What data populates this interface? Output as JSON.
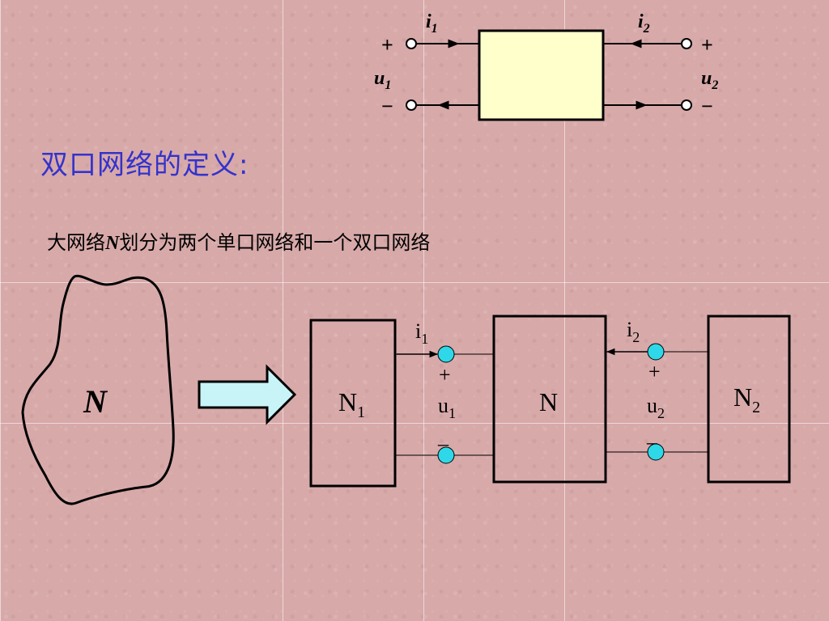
{
  "slide": {
    "heading": "双口网络的定义:",
    "subtitle_prefix": "大网络",
    "subtitle_symbol": "N",
    "subtitle_suffix": "划分为两个单口网络和一个双口网络"
  },
  "top_diagram": {
    "i1": "i",
    "i1_sub": "1",
    "i2": "i",
    "i2_sub": "2",
    "u1": "u",
    "u1_sub": "1",
    "u2": "u",
    "u2_sub": "2",
    "plus": "+",
    "minus": "−"
  },
  "bottom_diagram": {
    "big_network": "N",
    "n1": "N",
    "n1_sub": "1",
    "n_center": "N",
    "n2": "N",
    "n2_sub": "2",
    "i1": "i",
    "i1_sub": "1",
    "i2": "i",
    "i2_sub": "2",
    "u1": "u",
    "u1_sub": "1",
    "u2": "u",
    "u2_sub": "2",
    "plus": "+",
    "minus": "_"
  },
  "colors": {
    "background": "#d8a9a9",
    "heading": "#3333cc",
    "box_fill": "#ffffcc",
    "terminal_fill": "#2ed8e8",
    "arrow_fill": "#c8f4f8"
  }
}
